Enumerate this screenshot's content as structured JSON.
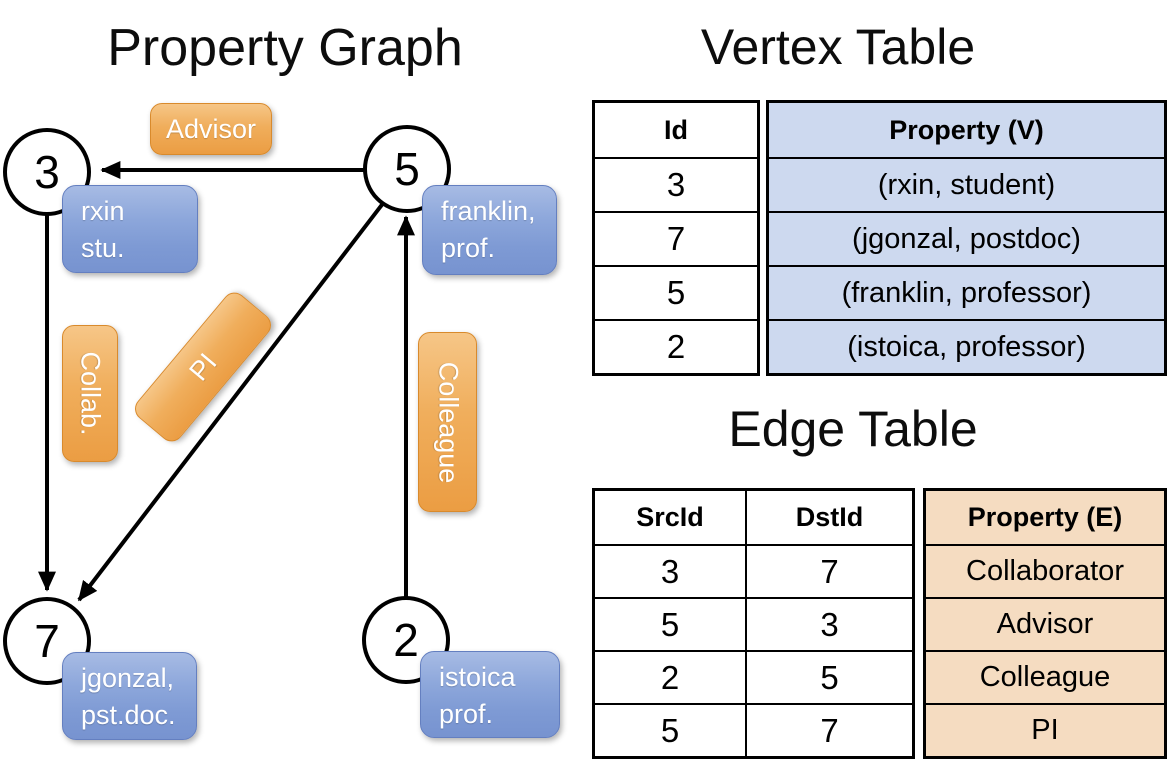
{
  "graph": {
    "title": "Property Graph",
    "nodes": {
      "n3": {
        "id": "3",
        "prop1": "rxin",
        "prop2": "stu."
      },
      "n5": {
        "id": "5",
        "prop1": "franklin,",
        "prop2": "prof."
      },
      "n7": {
        "id": "7",
        "prop1": "jgonzal,",
        "prop2": "pst.doc."
      },
      "n2": {
        "id": "2",
        "prop1": "istoica",
        "prop2": "prof."
      }
    },
    "edge_labels": {
      "advisor": "Advisor",
      "collab": "Collab.",
      "pi": "PI",
      "colleague": "Colleague"
    }
  },
  "vertex_table": {
    "title": "Vertex Table",
    "headers": {
      "id": "Id",
      "property": "Property (V)"
    },
    "rows": [
      {
        "id": "3",
        "property": "(rxin, student)"
      },
      {
        "id": "7",
        "property": "(jgonzal, postdoc)"
      },
      {
        "id": "5",
        "property": "(franklin, professor)"
      },
      {
        "id": "2",
        "property": "(istoica, professor)"
      }
    ]
  },
  "edge_table": {
    "title": "Edge Table",
    "headers": {
      "src": "SrcId",
      "dst": "DstId",
      "property": "Property (E)"
    },
    "rows": [
      {
        "src": "3",
        "dst": "7",
        "property": "Collaborator"
      },
      {
        "src": "5",
        "dst": "3",
        "property": "Advisor"
      },
      {
        "src": "2",
        "dst": "5",
        "property": "Colleague"
      },
      {
        "src": "5",
        "dst": "7",
        "property": "PI"
      }
    ]
  },
  "colors": {
    "edge_label_orange": "#efa94e",
    "vertex_box_blue": "#7e9ad4",
    "vertex_table_fill": "#cdd9ef",
    "edge_table_fill": "#f5dcc1",
    "stroke_black": "#000000"
  }
}
